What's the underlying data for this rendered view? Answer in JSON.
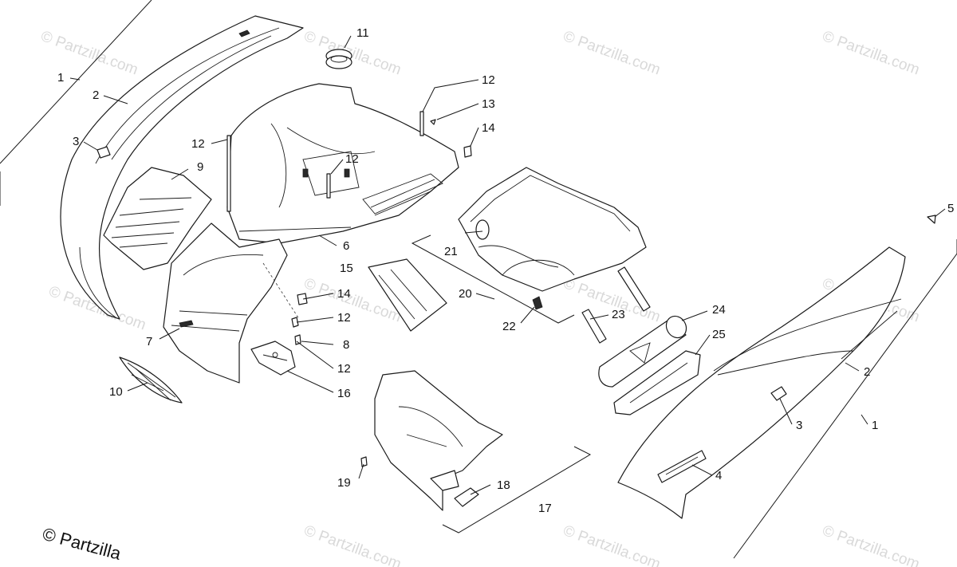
{
  "watermark": "© Partzilla.com",
  "copyright": "© Partzilla",
  "callouts": {
    "c1a": "1",
    "c2a": "2",
    "c3a": "3",
    "c9": "9",
    "c11": "11",
    "c12a": "12",
    "c12b": "12",
    "c12c": "12",
    "c12d": "12",
    "c12e": "12",
    "c13": "13",
    "c14a": "14",
    "c14b": "14",
    "c6": "6",
    "c15": "15",
    "c21": "21",
    "c20": "20",
    "c22": "22",
    "c23": "23",
    "c24": "24",
    "c25": "25",
    "c7": "7",
    "c8": "8",
    "c10": "10",
    "c16": "16",
    "c5": "5",
    "c2b": "2",
    "c3b": "3",
    "c1b": "1",
    "c4": "4",
    "c17": "17",
    "c18": "18",
    "c19": "19"
  }
}
